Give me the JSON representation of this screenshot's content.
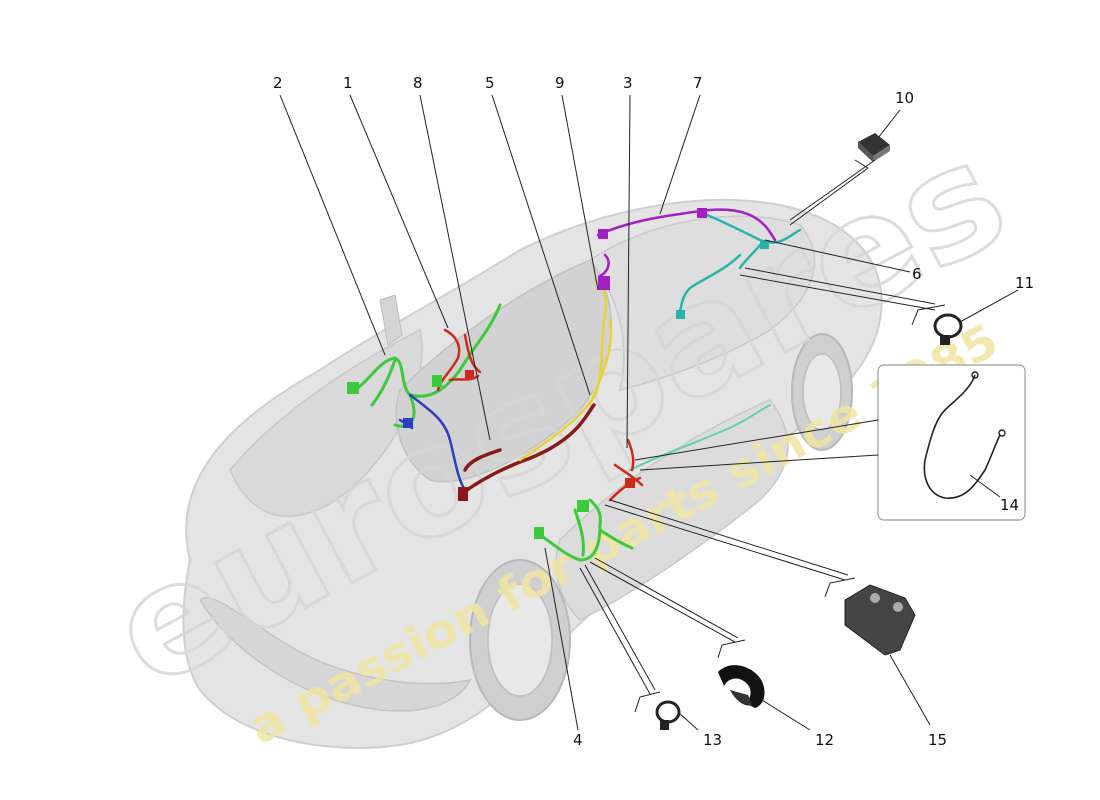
{
  "diagram": {
    "callouts": [
      {
        "id": "c2",
        "label": "2"
      },
      {
        "id": "c1",
        "label": "1"
      },
      {
        "id": "c8",
        "label": "8"
      },
      {
        "id": "c5",
        "label": "5"
      },
      {
        "id": "c9",
        "label": "9"
      },
      {
        "id": "c3",
        "label": "3"
      },
      {
        "id": "c7",
        "label": "7"
      },
      {
        "id": "c10",
        "label": "10"
      },
      {
        "id": "c6",
        "label": "6"
      },
      {
        "id": "c11",
        "label": "11"
      },
      {
        "id": "c14",
        "label": "14"
      },
      {
        "id": "c4",
        "label": "4"
      },
      {
        "id": "c13",
        "label": "13"
      },
      {
        "id": "c12",
        "label": "12"
      },
      {
        "id": "c15",
        "label": "15"
      }
    ]
  },
  "watermark": {
    "brand": "eurospares",
    "tagline": "a passion for parts since 1985"
  },
  "colors": {
    "car_body": "#e3e3e3",
    "car_outline": "#c9c9c9",
    "harness_green": "#3cc93c",
    "harness_red": "#cc2a1a",
    "harness_darkred": "#8a1a1a",
    "harness_blue": "#2a3fbf",
    "harness_yellow": "#e6d23a",
    "harness_purple": "#a21fc2",
    "harness_teal": "#29b3a8",
    "watermark_yellow": "#efe6a2",
    "watermark_outline": "#d8d8d8"
  }
}
